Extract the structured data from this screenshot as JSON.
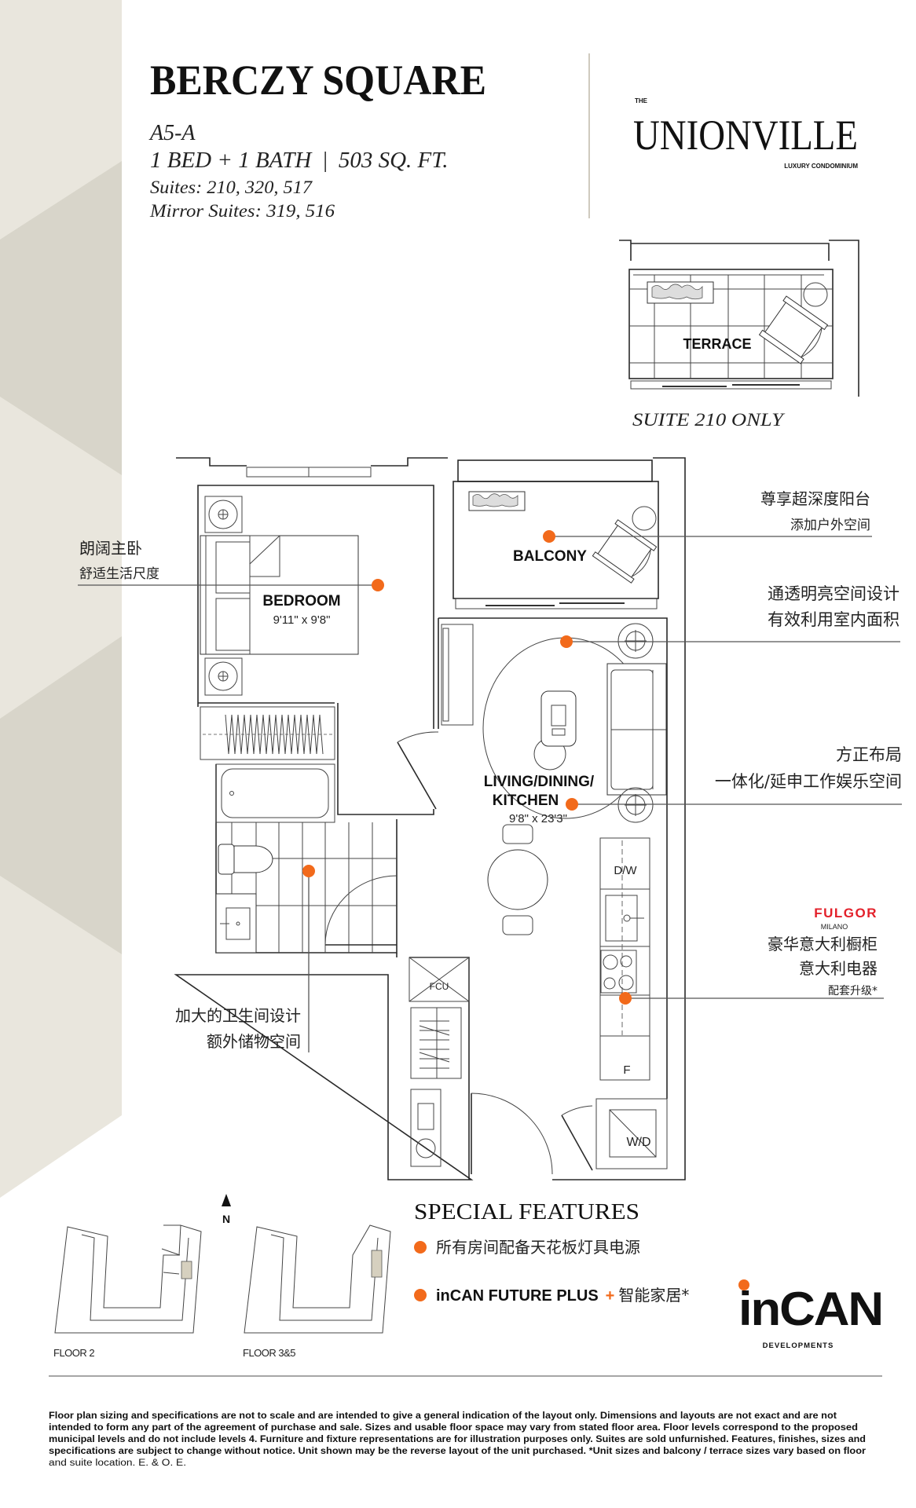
{
  "header": {
    "project": "BERCZY SQUARE",
    "unit": "A5-A",
    "layout": "1 BED + 1 BATH",
    "separator": "|",
    "area": "503 SQ. FT.",
    "suites": "Suites: 210, 320, 517",
    "mirror_suites": "Mirror Suites: 319, 516"
  },
  "logo": {
    "the": "THE",
    "name": "UNIONVILLE",
    "tagline": "LUXURY CONDOMINIUM"
  },
  "terrace": {
    "label": "TERRACE",
    "note": "SUITE 210 ONLY"
  },
  "rooms": {
    "bedroom": {
      "name": "BEDROOM",
      "dims": "9'11\" x 9'8\""
    },
    "balcony": "BALCONY",
    "living": {
      "line1": "LIVING/DINING/",
      "line2": "KITCHEN",
      "dims": "9'8\" x 23'3\""
    },
    "dw": "D/W",
    "fridge": "F",
    "wd": "W/D",
    "fcu": "FCU"
  },
  "callouts": {
    "bedroom": {
      "line1": "朗阔主卧",
      "line2": "舒适生活尺度"
    },
    "balcony": {
      "line1": "尊享超深度阳台",
      "line2": "添加户外空间"
    },
    "bright": {
      "line1": "通透明亮空间设计",
      "line2": "有效利用室内面积"
    },
    "layout": {
      "line1": "方正布局",
      "line2": "一体化/延申工作娱乐空间"
    },
    "kitchen": {
      "brand": "FULGOR",
      "brand_sub": "MILANO",
      "line1": "豪华意大利橱柜",
      "line2": "意大利电器",
      "line3": "配套升级*"
    },
    "bath": {
      "line1": "加大的卫生间设计",
      "line2": "额外储物空间"
    }
  },
  "keyplan": {
    "north": "N",
    "floor2": "FLOOR 2",
    "floor35": "FLOOR 3&5"
  },
  "features": {
    "title": "SPECIAL FEATURES",
    "item1": "所有房间配备天花板灯具电源",
    "item2_brand": "inCAN FUTURE PLUS",
    "item2_plus": "+",
    "item2_text": "智能家居*"
  },
  "developer": {
    "name": "inCAN",
    "sub": "DEVELOPMENTS"
  },
  "disclaimer": [
    "Floor plan sizing and specifications are not to scale and are intended to give a general indication of the layout only. Dimensions and layouts are not exact and are not",
    "intended to form any part of the agreement of purchase and sale. Sizes and usable floor space may vary from stated floor area. Floor levels correspond to the proposed",
    "municipal levels and do not include levels 4. Furniture and fixture representations are for illustration purposes only. Suites are sold unfurnished. Features, finishes, sizes and",
    "specifications are subject to change without notice. Unit shown may be the reverse layout of the unit purchased. *Unit sizes and balcony / terrace sizes vary based on floor",
    "and suite location. E. & O. E."
  ],
  "colors": {
    "accent": "#f26a1b",
    "fulgor": "#e3202a",
    "panel_light": "#e9e6dd",
    "panel_dark": "#d8d5ca"
  }
}
